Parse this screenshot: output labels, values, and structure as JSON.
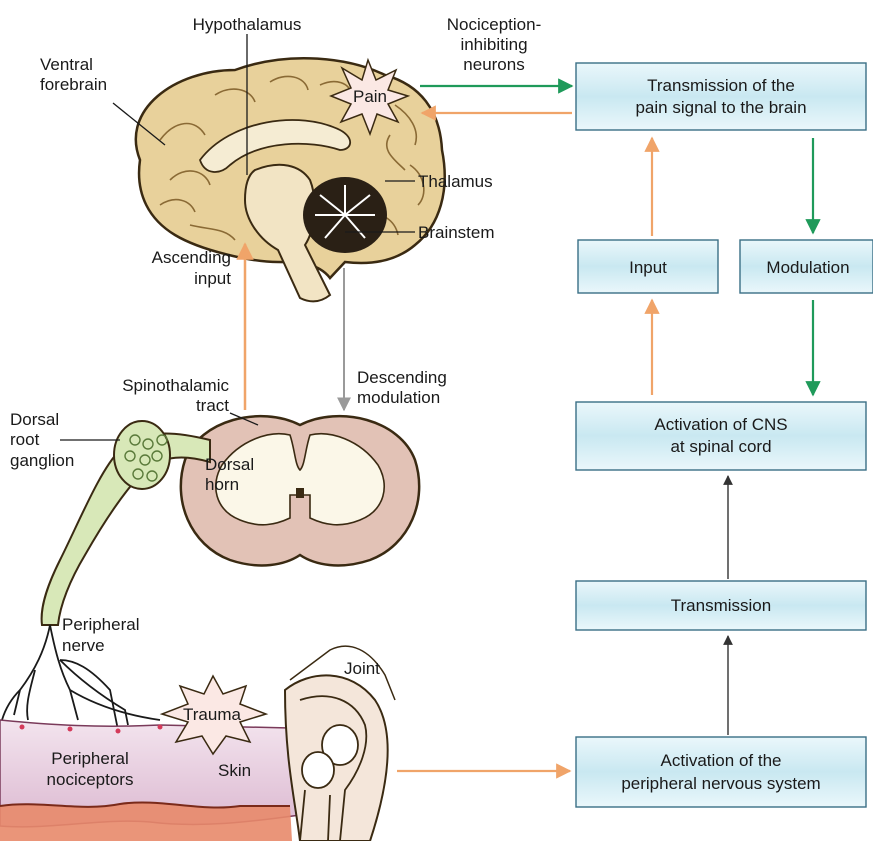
{
  "labels": {
    "hypothalamus": "Hypothalamus",
    "nociception_line1": "Nociception-",
    "nociception_line2": "inhibiting",
    "nociception_line3": "neurons",
    "ventral_line1": "Ventral",
    "ventral_line2": "forebrain",
    "pain": "Pain",
    "thalamus": "Thalamus",
    "brainstem": "Brainstem",
    "ascending_line1": "Ascending",
    "ascending_line2": "input",
    "spinothalamic_line1": "Spinothalamic",
    "spinothalamic_line2": "tract",
    "descending_line1": "Descending",
    "descending_line2": "modulation",
    "drg_line1": "Dorsal",
    "drg_line2": "root",
    "drg_line3": "ganglion",
    "dorsal_horn_line1": "Dorsal",
    "dorsal_horn_line2": "horn",
    "peripheral_nerve_line1": "Peripheral",
    "peripheral_nerve_line2": "nerve",
    "joint": "Joint",
    "trauma": "Trauma",
    "peripheral_noci_line1": "Peripheral",
    "peripheral_noci_line2": "nociceptors",
    "skin": "Skin"
  },
  "flow": {
    "transmission_brain_line1": "Transmission of the",
    "transmission_brain_line2": "pain signal to the brain",
    "input": "Input",
    "modulation": "Modulation",
    "cns_line1": "Activation of CNS",
    "cns_line2": "at spinal cord",
    "transmission": "Transmission",
    "pns_line1": "Activation of the",
    "pns_line2": "peripheral nervous system"
  },
  "colors": {
    "orange_arrow": "#f0a469",
    "green_arrow": "#1f9a5a",
    "gray_arrow": "#9a9a9a",
    "box_fill": "#d4edf4",
    "box_stroke": "#3a6f86",
    "brain": "#e8d19b",
    "spinal_cord": "#e2c2b6",
    "skin": "#ecd5e4"
  }
}
